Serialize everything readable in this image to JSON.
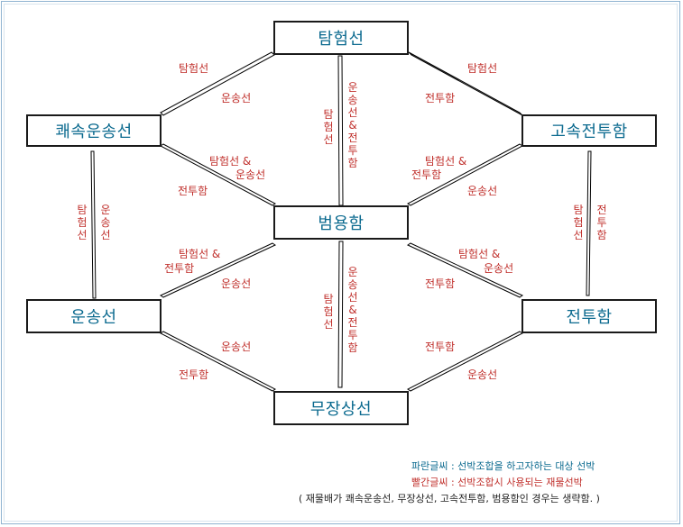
{
  "nodes": {
    "explorer": "탐험선",
    "fast_transport": "쾌속운송선",
    "fast_warship": "고속전투함",
    "multipurpose": "범용함",
    "transport": "운송선",
    "warship": "전투함",
    "armed_merchant": "무장상선"
  },
  "edge_labels": {
    "l1": "탐험선",
    "l2": "운송선",
    "l3": "탐험선",
    "l4": "전투함",
    "l5": "탐험선 &",
    "l6": "운송선",
    "l7": "전투함",
    "l8": "탐험선 &",
    "l9": "전투함",
    "l10": "운송선",
    "l11": "탐험선 &",
    "l12": "전투함",
    "l13": "운송선",
    "l14": "탐험선 &",
    "l15": "운송선",
    "l16": "전투함",
    "l17": "운송선",
    "l18": "전투함",
    "l19": "전투함",
    "l20": "운송선"
  },
  "vertical_labels": {
    "v1": "탐험선",
    "v2": "운송선&전투함",
    "v3": "탐험선",
    "v4": "운송선",
    "v5": "탐험선",
    "v6": "전투함",
    "v7": "탐험선",
    "v8": "운송선&전투함"
  },
  "legend": {
    "blue": "파란글씨 : 선박조합을 하고자하는 대상 선박",
    "red": "빨간글씨 : 선박조합시 사용되는 재물선박",
    "note": "( 재물배가 쾌속운송선, 무장상선, 고속전투함, 범용함인 경우는 생략함. )"
  },
  "colors": {
    "target_text": "#0b6a8f",
    "material_text": "#c0302c",
    "frame": "#8fb2d0"
  }
}
